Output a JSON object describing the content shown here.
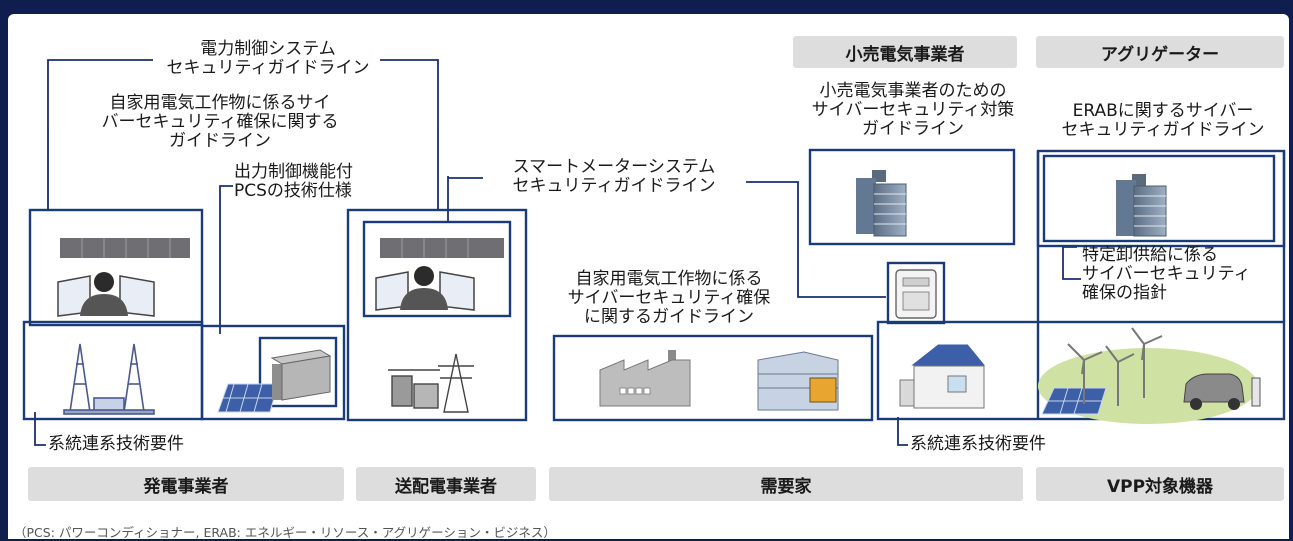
{
  "guidelines": {
    "power_control": "電力制御システム\nセキュリティガイドライン",
    "private_facility_left": "自家用電気工作物に係るサイ\nバーセキュリティ確保に関する\nガイドライン",
    "output_control_pcs": "出力制御機能付\nPCSの技術仕様",
    "smart_meter": "スマートメーターシステム\nセキュリティガイドライン",
    "private_facility_right": "自家用電気工作物に係る\nサイバーセキュリティ確保\nに関するガイドライン",
    "retailer": "小売電気事業者のための\nサイバーセキュリティ対策\nガイドライン",
    "erab": "ERABに関するサイバー\nセキュリティガイドライン",
    "specific_wholesale": "特定卸供給に係る\nサイバーセキュリティ\n確保の指針",
    "grid_connection_left": "系統連系技術要件",
    "grid_connection_right": "系統連系技術要件"
  },
  "categories": {
    "retailer": "小売電気事業者",
    "aggregator": "アグリゲーター",
    "generator": "発電事業者",
    "transmission": "送配電事業者",
    "consumer": "需要家",
    "vpp": "VPP対象機器"
  },
  "footnote": "（PCS: パワーコンディショナー, ERAB: エネルギー・リソース・アグリゲーション・ビジネス）",
  "colors": {
    "navy": "#1a2f6e",
    "box_border": "#1b3a7a",
    "category_bg": "#dddddd",
    "background": "#0f1e4e"
  },
  "icons": [
    "control-room-icon",
    "power-plant-icon",
    "solar-panel-icon",
    "pcs-unit-icon",
    "substation-icon",
    "factory-icon",
    "building-icon",
    "office-building-icon",
    "smart-meter-icon",
    "house-icon",
    "wind-turbine-icon",
    "electric-car-icon"
  ]
}
